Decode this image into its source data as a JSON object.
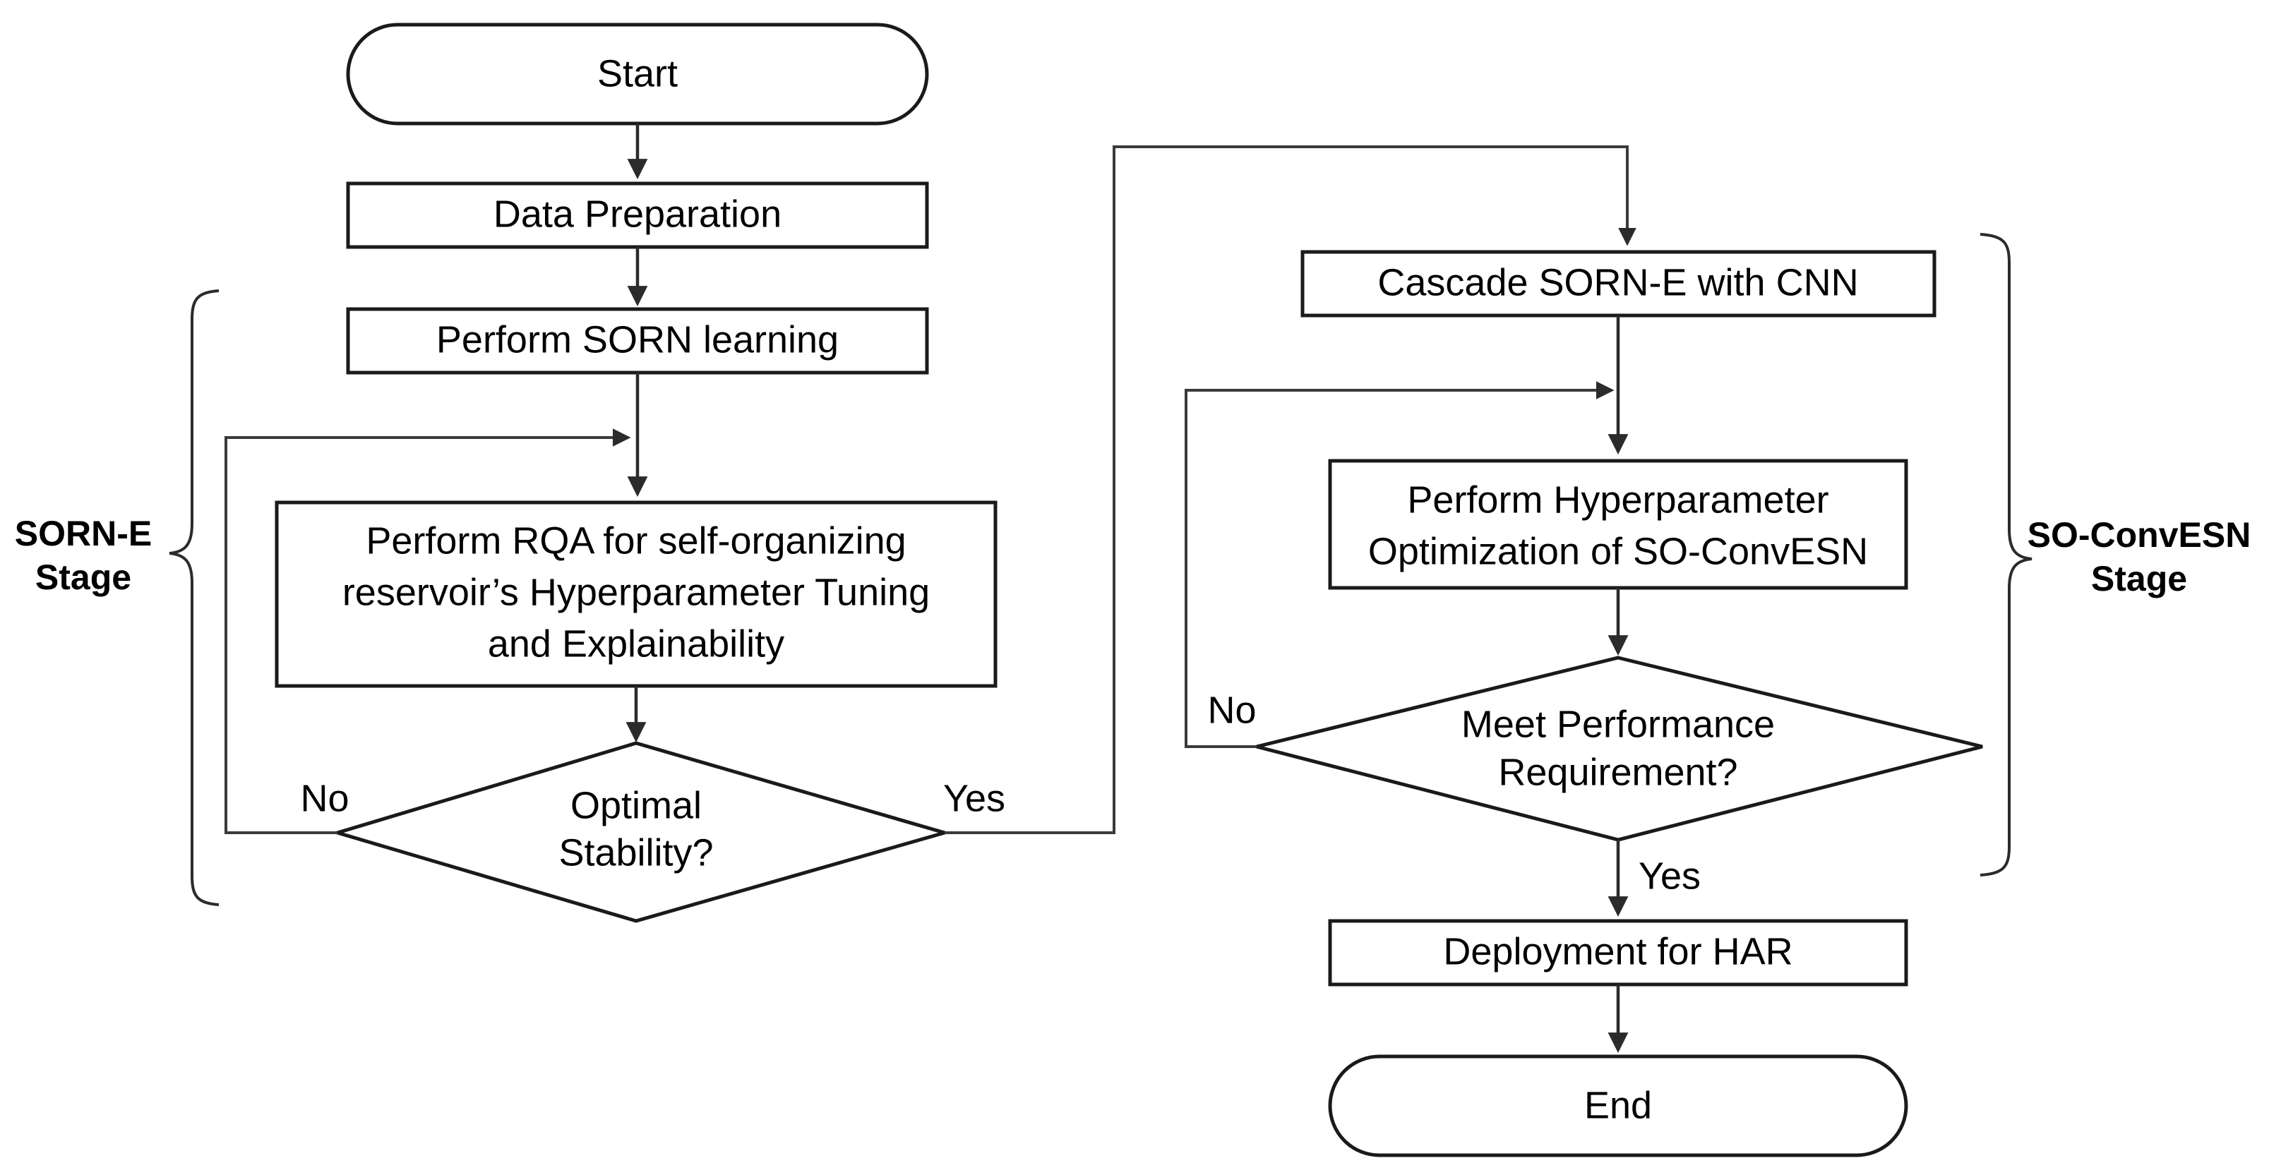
{
  "diagram": {
    "title": "SORN-E and SO-ConvESN two-stage pipeline flowchart",
    "stroke_color": "#1a1a1a",
    "fill_color": "#ffffff",
    "text_color": "#000000"
  },
  "stages": [
    {
      "id": "sorn_e",
      "label_line1": "SORN-E",
      "label_line2": "Stage",
      "side": "left"
    },
    {
      "id": "so_convesn",
      "label_line1": "SO-ConvESN",
      "label_line2": "Stage",
      "side": "right"
    }
  ],
  "nodes": {
    "start": {
      "label": "Start",
      "shape": "terminator"
    },
    "data_preparation": {
      "label": "Data Preparation",
      "shape": "process"
    },
    "perform_sorn_learning": {
      "label": "Perform SORN learning",
      "shape": "process"
    },
    "perform_rqa": {
      "shape": "process",
      "label_line1": "Perform RQA for self-organizing",
      "label_line2": "reservoir’s Hyperparameter Tuning",
      "label_line3": "and Explainability"
    },
    "optimal_stability": {
      "shape": "decision",
      "label_line1": "Optimal",
      "label_line2": "Stability?"
    },
    "cascade_sorne_cnn": {
      "label": "Cascade SORN-E with CNN",
      "shape": "process"
    },
    "perform_hyperparam_opt": {
      "shape": "process",
      "label_line1": "Perform Hyperparameter",
      "label_line2": "Optimization of SO-ConvESN"
    },
    "meet_performance": {
      "shape": "decision",
      "label_line1": "Meet Performance",
      "label_line2": "Requirement?"
    },
    "deployment_har": {
      "label": "Deployment for HAR",
      "shape": "process"
    },
    "end": {
      "label": "End",
      "shape": "terminator"
    }
  },
  "edge_labels": {
    "optimal_stability_no": "No",
    "optimal_stability_yes": "Yes",
    "meet_performance_no": "No",
    "meet_performance_yes": "Yes"
  }
}
